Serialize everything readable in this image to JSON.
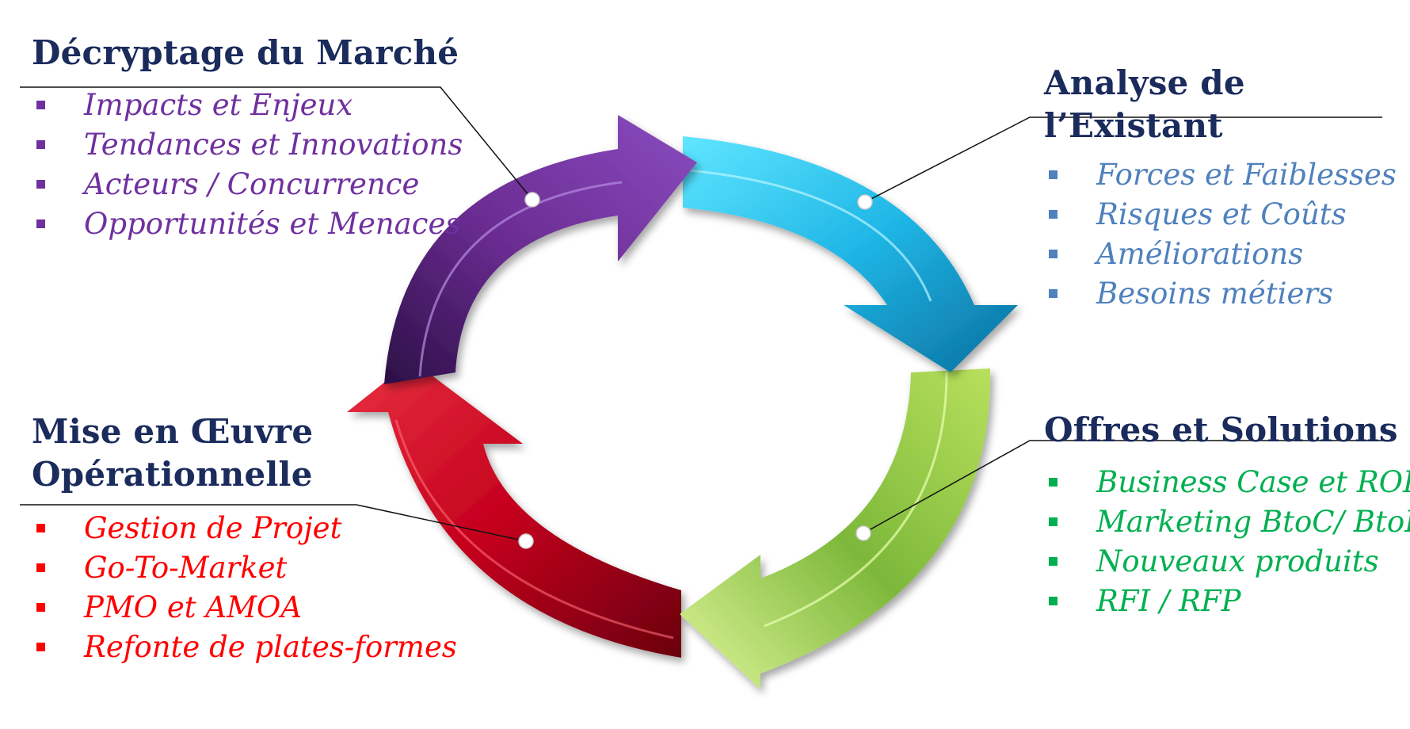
{
  "sections": {
    "market": {
      "title": "Décryptage du Marché",
      "color": "#7030a0",
      "items": [
        "Impacts et Enjeux",
        "Tendances et Innovations",
        "Acteurs / Concurrence",
        "Opportunités  et Menaces"
      ]
    },
    "existing": {
      "title": "Analyse de l’Existant",
      "color": "#4f81bd",
      "items": [
        "Forces et Faiblesses",
        "Risques et Coûts",
        "Améliorations",
        "Besoins métiers"
      ]
    },
    "implementation": {
      "title_line1": "Mise en Œuvre",
      "title_line2": "Opérationnelle",
      "color": "#ff0000",
      "items": [
        "Gestion de Projet",
        "Go-To-Market",
        "PMO et AMOA",
        "Refonte de plates-formes"
      ]
    },
    "offers": {
      "title": "Offres et Solutions",
      "color": "#00b050",
      "items": [
        "Business Case et ROI",
        "Marketing BtoC/ BtoB",
        "Nouveaux produits",
        "RFI / RFP"
      ]
    }
  },
  "arrows": {
    "purple": "#6a2c91",
    "cyan": "#1fb6e6",
    "green": "#8dc63f",
    "red": "#b3001b"
  }
}
